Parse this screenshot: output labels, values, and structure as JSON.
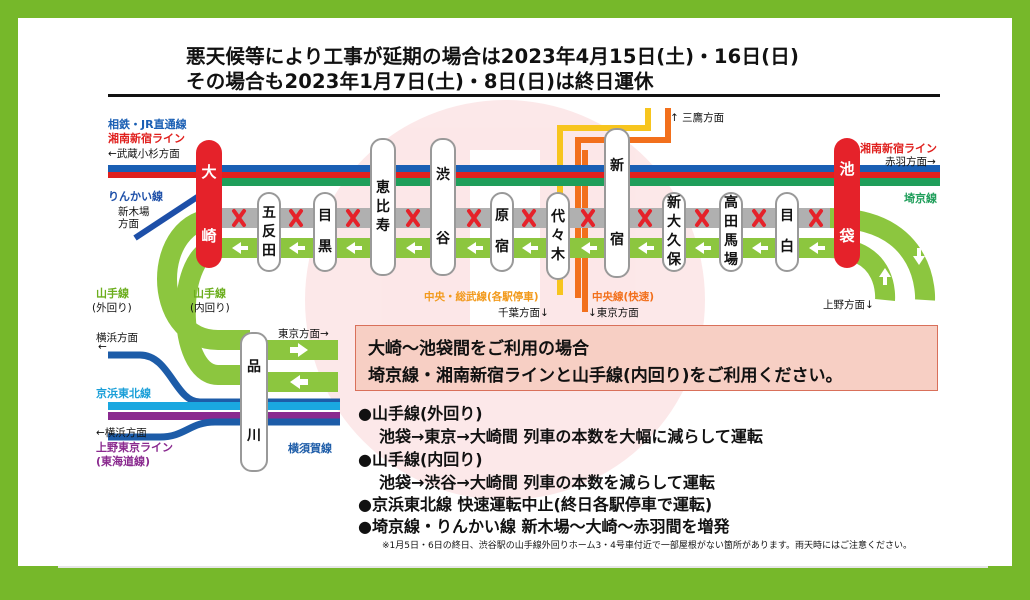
{
  "header": {
    "line1": "悪天候等により工事が延期の場合は2023年4月15日(土)・16日(日)",
    "line2": "その場合も2023年1月7日(土)・8日(日)は終日運休"
  },
  "lines": {
    "sotetsu_jr": "相鉄・JR直通線",
    "shonan_shinjuku": "湘南新宿ライン",
    "musashi_kosugi": "←武蔵小杉方面",
    "rinkai": "りんかい線",
    "shinkiba": "新木場",
    "shinkiba2": "方面",
    "mitaka": "↑ 三鷹方面",
    "shonan_shinjuku_right": "湘南新宿ライン",
    "akabane": "赤羽方面→",
    "saikyo": "埼京線",
    "chuo_sobu": "中央・総武線(各駅停車)",
    "chiba": "千葉方面↓",
    "chuo_rapid": "中央線(快速)",
    "tokyo_down": "↓東京方面",
    "ueno": "上野方面↓",
    "yamanote_outer_1": "山手線",
    "yamanote_outer_2": "(外回り)",
    "yamanote_inner_1": "山手線",
    "yamanote_inner_2": "(内回り)",
    "yokohama_1": "横浜方面",
    "yokohama_1b": "←",
    "tokyo_right": "東京方面→",
    "keihin_tohoku": "京浜東北線",
    "yokohama_2": "←横浜方面",
    "ueno_tokyo_1": "上野東京ライン",
    "ueno_tokyo_2": "(東海道線)",
    "yokosuka": "横須賀線"
  },
  "stations": {
    "osaki": [
      "大",
      "崎"
    ],
    "gotanda": [
      "五",
      "反",
      "田"
    ],
    "meguro": [
      "目",
      "黒"
    ],
    "ebisu": [
      "恵",
      "比",
      "寿"
    ],
    "shibuya": [
      "渋",
      "谷"
    ],
    "harajuku": [
      "原",
      "宿"
    ],
    "yoyogi": [
      "代",
      "々",
      "木"
    ],
    "shinjuku": [
      "新",
      "宿"
    ],
    "shinokubo": [
      "新",
      "大",
      "久",
      "保"
    ],
    "takadanobaba": [
      "高",
      "田",
      "馬",
      "場"
    ],
    "mejiro": [
      "目",
      "白"
    ],
    "ikebukuro": [
      "池",
      "袋"
    ],
    "shinagawa": [
      "品",
      "川"
    ]
  },
  "notice": {
    "line1": "大崎～池袋間をご利用の場合",
    "line2": "埼京線・湘南新宿ラインと山手線(内回り)をご利用ください。"
  },
  "bullets": [
    {
      "title": "●山手線(外回り)",
      "detail": "池袋→東京→大崎間 列車の本数を大幅に減らして運転"
    },
    {
      "title": "●山手線(内回り)",
      "detail": "池袋→渋谷→大崎間 列車の本数を減らして運転"
    },
    {
      "title": "●京浜東北線 快速運転中止(終日各駅停車で運転)",
      "detail": ""
    },
    {
      "title": "●埼京線・りんかい線 新木場～大崎～赤羽間を増発",
      "detail": ""
    }
  ],
  "footnote": "※1月5日・6日の終日、渋谷駅の山手線外回りホーム3・4号車付近で一部屋根がない箇所があります。雨天時にはご注意ください。",
  "colors": {
    "border_green": "#76b82a",
    "shonan_red": "#e0201e",
    "sotetsu_blue": "#1a5fb4",
    "saikyo_green": "#1f9e5a",
    "yamanote_lime": "#8cc63f",
    "closed_gray": "#b0b0b0",
    "chuo_orange": "#f2701c",
    "sobu_yellow": "#f7c51e",
    "keihin_cyan": "#1aa7e0",
    "ueno_tokyo_purple": "#8a2a8f",
    "yokosuka_blue": "#1d5ca8",
    "notice_bg": "#f7cfc4"
  },
  "icons": [
    "closed-x-icon",
    "arrow-left-icon",
    "arrow-right-icon",
    "arrow-up-icon",
    "arrow-down-icon",
    "jr-logo-watermark"
  ]
}
